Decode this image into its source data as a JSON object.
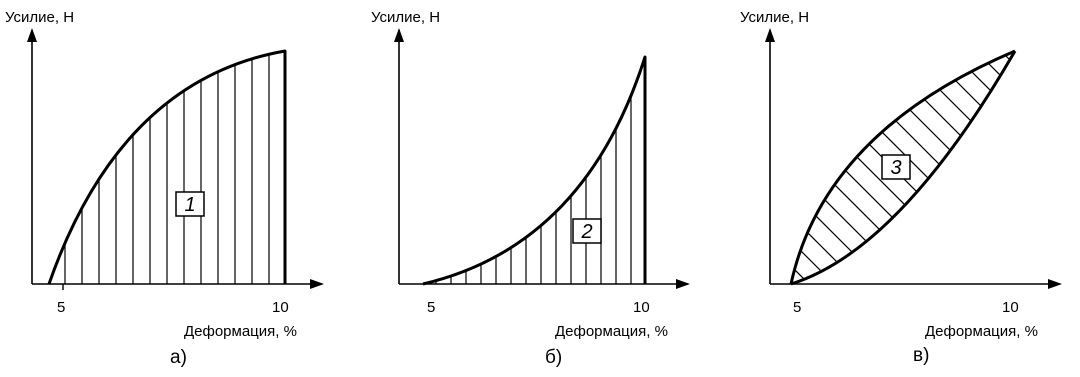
{
  "panels": [
    {
      "caption": "а)",
      "y_label": "Усилие, Н",
      "x_label": "Деформация, %",
      "ticks": [
        "5",
        "10"
      ],
      "area_number": "1"
    },
    {
      "caption": "б)",
      "y_label": "Усилие, Н",
      "x_label": "Деформация, %",
      "ticks": [
        "5",
        "10"
      ],
      "area_number": "2"
    },
    {
      "caption": "в)",
      "y_label": "Усилие, Н",
      "x_label": "Деформация, %",
      "ticks": [
        "5",
        "10"
      ],
      "area_number": "3"
    }
  ]
}
